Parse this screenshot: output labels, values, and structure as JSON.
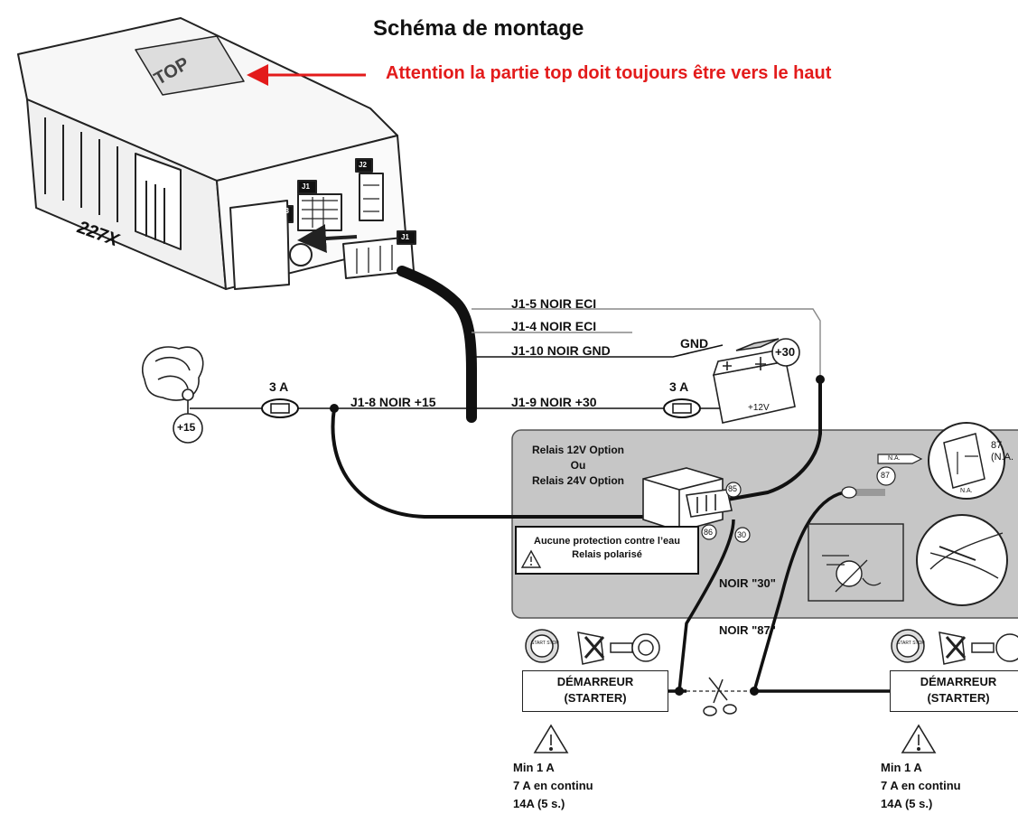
{
  "title": "Schéma de montage",
  "warning_top": "Attention la partie top doit toujours être vers le haut",
  "device": {
    "top_label": "TOP",
    "model": "227X",
    "connectors": [
      "J3",
      "J1",
      "J2",
      "J1"
    ]
  },
  "wires": {
    "j1_5": "J1-5 NOIR ECI",
    "j1_4": "J1-4 NOIR ECI",
    "j1_10": "J1-10 NOIR GND",
    "j1_8": "J1-8 NOIR +15",
    "j1_9": "J1-9 NOIR +30",
    "noir_30": "NOIR \"30\"",
    "noir_87": "NOIR \"87\""
  },
  "fuses": {
    "left": "3 A",
    "right": "3 A"
  },
  "battery": {
    "gnd": "GND",
    "plus30": "+30",
    "voltage": "+12V"
  },
  "ignition": {
    "plus15": "+15"
  },
  "relay": {
    "line1": "Relais 12V Option",
    "line2": "Ou",
    "line3": "Relais 24V Option",
    "pins": [
      "85",
      "86",
      "30",
      "87"
    ],
    "warning_line1": "Aucune protection contre l’eau",
    "warning_line2": "Relais polarisé",
    "na_tag": "N.A.",
    "detail_87": "87",
    "detail_na": "(N.A.",
    "detail_na_small": "N.A."
  },
  "starter_left": {
    "line1": "DÉMARREUR",
    "line2": "(STARTER)",
    "button": "START STOP"
  },
  "starter_right": {
    "line1": "DÉMARREUR",
    "line2": "(STARTER)",
    "button": "START STOP"
  },
  "spec_left": [
    "Min 1 A",
    "7 A en continu",
    "14A (5 s.)"
  ],
  "spec_right": [
    "Min 1 A",
    "7 A en continu",
    "14A (5 s.)"
  ]
}
